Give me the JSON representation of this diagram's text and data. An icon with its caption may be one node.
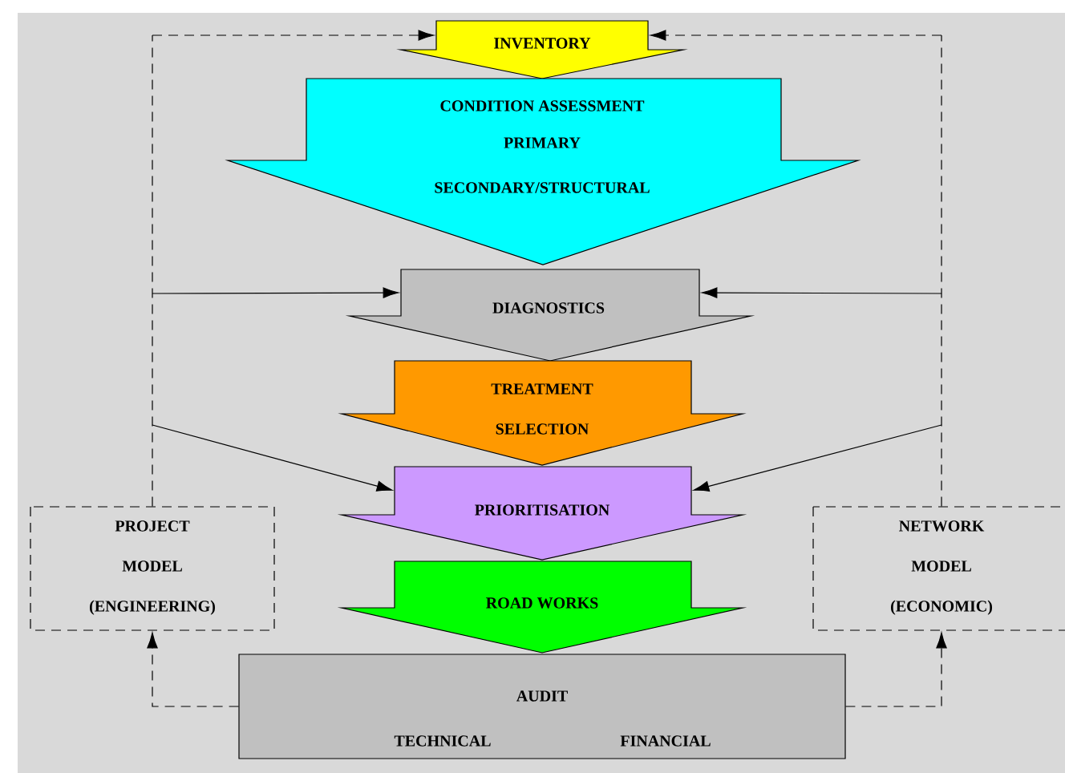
{
  "diagram": {
    "nodes": [
      {
        "text": [
          "INVENTORY"
        ]
      },
      {
        "text": [
          "CONDITION ASSESSMENT",
          "PRIMARY",
          "SECONDARY/STRUCTURAL"
        ]
      },
      {
        "text": [
          "DIAGNOSTICS"
        ]
      },
      {
        "text": [
          "TREATMENT SELECTION"
        ]
      },
      {
        "text": [
          "PRIORITISATION"
        ]
      },
      {
        "text": [
          "ROAD WORKS"
        ]
      },
      {
        "text": [
          "PROJECT MODEL (ENGINEERING)"
        ]
      },
      {
        "text": [
          "NETWORK MODEL (ECONOMIC)"
        ]
      },
      {
        "text": [
          "AUDIT",
          "TECHNICAL",
          "FINANCIAL"
        ]
      }
    ],
    "edges": [
      {
        "from": 6,
        "to": 0,
        "arrow": "to",
        "style": "dashed"
      },
      {
        "from": 7,
        "to": 0,
        "arrow": "to",
        "style": "dashed"
      },
      {
        "from": 6,
        "to": 2,
        "arrow": "to"
      },
      {
        "from": 7,
        "to": 2,
        "arrow": "to"
      },
      {
        "from": 6,
        "to": 4,
        "arrow": "to"
      },
      {
        "from": 7,
        "to": 4,
        "arrow": "to"
      },
      {
        "from": 8,
        "to": 6,
        "arrow": "to",
        "style": "dashed"
      },
      {
        "from": 8,
        "to": 7,
        "arrow": "to",
        "style": "dashed"
      }
    ]
  }
}
